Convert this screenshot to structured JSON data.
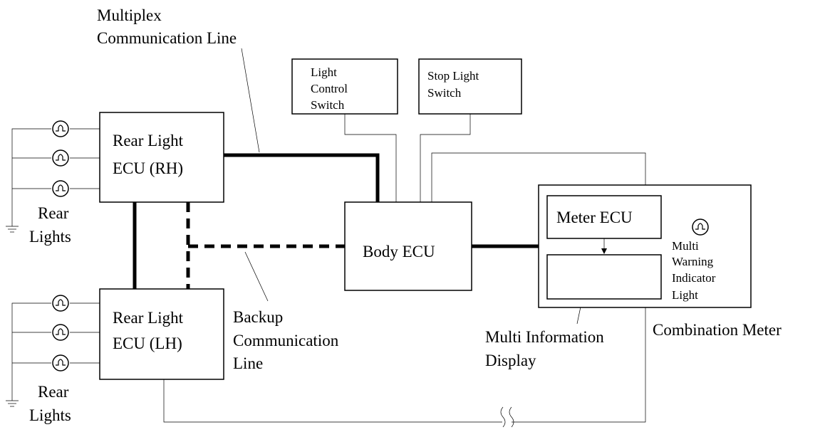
{
  "labels": {
    "multiplex_line": [
      "Multiplex",
      "Communication Line"
    ],
    "light_control_switch": [
      "Light",
      "Control",
      "Switch"
    ],
    "stop_light_switch": [
      "Stop Light",
      "Switch"
    ],
    "rear_light_ecu_rh": [
      "Rear Light",
      "ECU (RH)"
    ],
    "rear_light_ecu_lh": [
      "Rear Light",
      "ECU (LH)"
    ],
    "rear_lights_top": [
      "Rear",
      "Lights"
    ],
    "rear_lights_bottom": [
      "Rear",
      "Lights"
    ],
    "body_ecu": "Body ECU",
    "meter_ecu": "Meter ECU",
    "multi_warning_light": [
      "Multi",
      "Warning",
      "Indicator",
      "Light"
    ],
    "combination_meter": "Combination Meter",
    "multi_info_display": [
      "Multi Information",
      "Display"
    ],
    "backup_line": [
      "Backup",
      "Communication",
      "Line"
    ]
  }
}
